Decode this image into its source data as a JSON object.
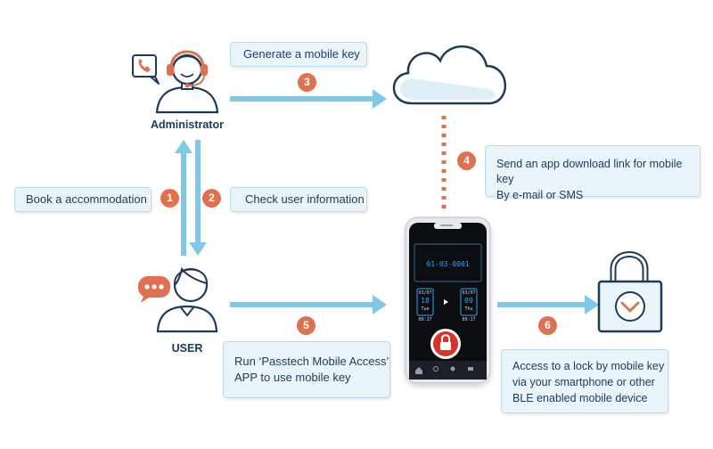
{
  "actors": {
    "administrator": "Administrator",
    "user": "USER"
  },
  "steps": [
    {
      "num": "1",
      "lines": [
        "Book a accommodation"
      ]
    },
    {
      "num": "2",
      "lines": [
        "Check user information"
      ]
    },
    {
      "num": "3",
      "lines": [
        "Generate a mobile key"
      ]
    },
    {
      "num": "4",
      "lines": [
        "Send an app download link for mobile key",
        "By e-mail or SMS"
      ]
    },
    {
      "num": "5",
      "lines": [
        "Run ‘Passtech Mobile Access’",
        "APP to use mobile key"
      ]
    },
    {
      "num": "6",
      "lines": [
        "Access to a lock by mobile key",
        "via your smartphone or other",
        "BLE enabled mobile device"
      ]
    }
  ],
  "phone": {
    "key_number": "01-03-0001",
    "checkin_month": "03/07",
    "checkin_day": "18",
    "checkin_weekday": "Tue",
    "checkin_time": "09:17",
    "checkout_month": "03/07",
    "checkout_day": "09",
    "checkout_weekday": "Thu",
    "checkout_time": "09:17"
  },
  "colors": {
    "arrow": "#7fc8e6",
    "badge": "#e07150",
    "dotted_line": "#e07150",
    "text": "#1d3b57",
    "box_fill": "#eaf5fb",
    "box_border": "#b7dcef"
  }
}
